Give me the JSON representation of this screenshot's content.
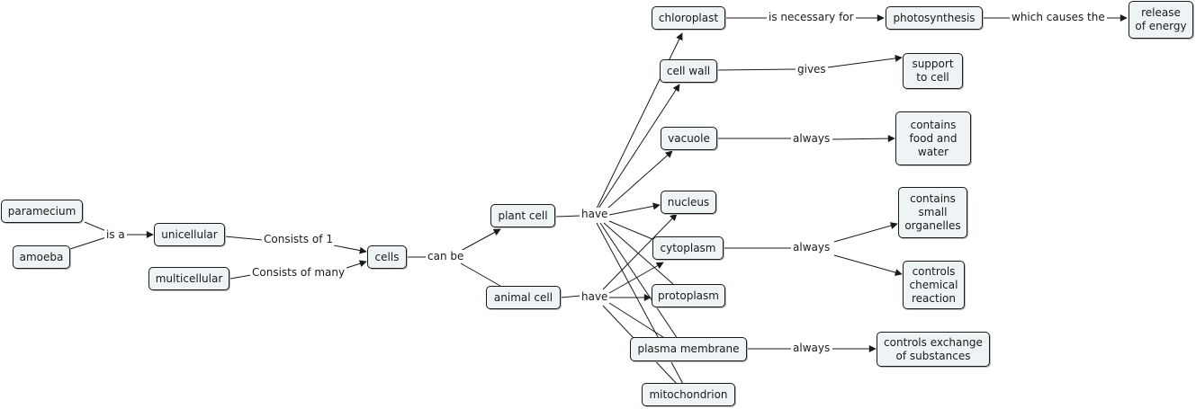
{
  "concepts": {
    "paramecium": "paramecium",
    "amoeba": "amoeba",
    "unicellular": "unicellular",
    "multicellular": "multicellular",
    "cells": "cells",
    "plant_cell": "plant cell",
    "animal_cell": "animal cell",
    "chloroplast": "chloroplast",
    "cell_wall": "cell wall",
    "vacuole": "vacuole",
    "nucleus": "nucleus",
    "cytoplasm": "cytoplasm",
    "protoplasm": "protoplasm",
    "plasma_membrane": "plasma membrane",
    "mitochondrion": "mitochondrion",
    "photosynthesis": "photosynthesis",
    "release_of_energy": "release\nof energy",
    "support_to_cell": "support\nto cell",
    "contains_food_and_water": "contains\nfood and\nwater",
    "contains_small_organelles": "contains\nsmall\norganelles",
    "controls_chemical_reaction": "controls\nchemical\nreaction",
    "controls_exchange": "controls exchange\nof substances"
  },
  "links": {
    "is_a": "is a",
    "consists_of_1": "Consists of 1",
    "consists_of_many": "Consists of many",
    "can_be": "can be",
    "have_plant": "have",
    "have_animal": "have",
    "is_necessary_for": "is necessary for",
    "which_causes_the": "which causes the",
    "gives": "gives",
    "always_vacuole": "always",
    "always_cytoplasm": "always",
    "always_membrane": "always"
  },
  "colors": {
    "node_fill": "#eef3f6",
    "line": "#1a1a1a"
  }
}
